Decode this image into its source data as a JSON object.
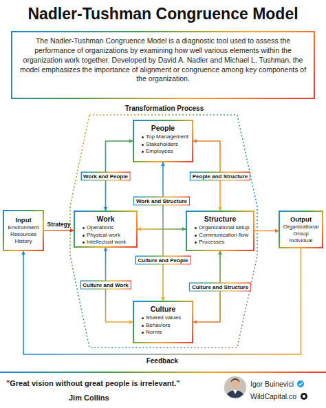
{
  "diagram": {
    "title": "Nadler-Tushman Congruence Model",
    "nodes": [
      {
        "text": [
          "The Nadler-Tushman Congruence Model is a diagnostic tool used to assess the performance of organizations by examining how well various elements within the organization work together. Developed by David A. Nadler and Michael L. Tushman, the model emphasizes the importance of alignment or congruence among key components of the organization."
        ]
      },
      {
        "text": [
          "Transformation Process"
        ]
      },
      {
        "text": [
          "People",
          "Top Management",
          "Stakeholders",
          "Employees"
        ],
        "in": 1
      },
      {
        "text": [
          "Input",
          "Environment Resources History"
        ]
      },
      {
        "text": [
          "Work",
          "Operations",
          "Physical work",
          "Intellectual work"
        ],
        "in": 1
      },
      {
        "text": [
          "Structure",
          "Organizational setup",
          "Communication flow",
          "Processes"
        ],
        "in": 1
      },
      {
        "text": [
          "Output",
          "Organizational Group Individual"
        ]
      },
      {
        "text": [
          "Culture",
          "Shared values",
          "Behaviors",
          "Norms"
        ],
        "in": 1
      }
    ],
    "edges": [
      {
        "from": 3,
        "to": 4,
        "label": "Strategy",
        "arrow": "to"
      },
      {
        "from": 4,
        "to": 2,
        "label": "Work and People",
        "arrow": "both"
      },
      {
        "from": 2,
        "to": 5,
        "label": "People and Structure",
        "arrow": "both"
      },
      {
        "from": 4,
        "to": 5,
        "label": "Work and Structure",
        "arrow": "both"
      },
      {
        "from": 2,
        "to": 7,
        "label": "Culture and People",
        "arrow": "both"
      },
      {
        "from": 4,
        "to": 7,
        "label": "Culture and Work",
        "arrow": "both"
      },
      {
        "from": 5,
        "to": 7,
        "label": "Culture and Structure",
        "arrow": "both"
      },
      {
        "from": 5,
        "to": 6,
        "arrow": "to"
      },
      {
        "from": 6,
        "to": 3,
        "label": "Feedback",
        "arrow": "to"
      }
    ],
    "labels": [
      "\"Great vision without great people is irrelevant.\"",
      "Jim Collins",
      "Igor Buinevici",
      "WildCapital.co"
    ]
  }
}
